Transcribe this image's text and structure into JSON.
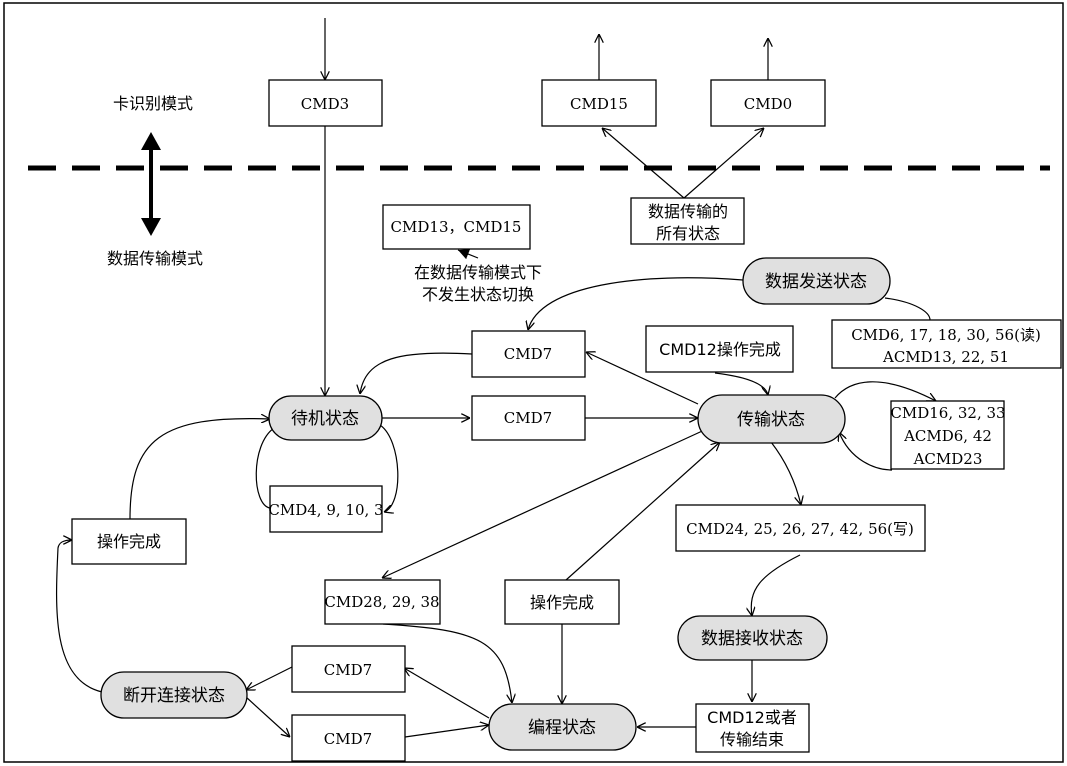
{
  "modes": {
    "card_identification": "卡识别模式",
    "data_transfer": "数据传输模式"
  },
  "states": {
    "standby": "待机状态",
    "transfer": "传输状态",
    "sending": "数据发送状态",
    "receiving": "数据接收状态",
    "programming": "编程状态",
    "disconnect": "断开连接状态"
  },
  "commands": {
    "cmd3": "CMD3",
    "cmd15": "CMD15",
    "cmd0": "CMD0",
    "cmd13_15": "CMD13，CMD15",
    "cmd7_top": "CMD7",
    "cmd7_mid": "CMD7",
    "cmd4_9_10_3": "CMD4, 9, 10, 3",
    "cmd12_done": "CMD12操作完成",
    "read_cmds_line1": "CMD6, 17, 18, 30, 56(读)",
    "read_cmds_line2": "ACMD13, 22, 51",
    "transfer_self_line1": "CMD16, 32, 33",
    "transfer_self_line2": "ACMD6, 42",
    "transfer_self_line3": "ACMD23",
    "write_cmds": "CMD24, 25, 26, 27, 42, 56(写)",
    "cmd28_29_38": "CMD28, 29, 38",
    "cmd7_disc_a": "CMD7",
    "cmd7_disc_b": "CMD7",
    "cmd12_end_line1": "CMD12或者",
    "cmd12_end_line2": "传输结束"
  },
  "labels": {
    "op_done_left": "操作完成",
    "op_done_mid": "操作完成",
    "all_states_line1": "数据传输的",
    "all_states_line2": "所有状态",
    "no_switch_line1": "在数据传输模式下",
    "no_switch_line2": "不发生状态切换"
  }
}
